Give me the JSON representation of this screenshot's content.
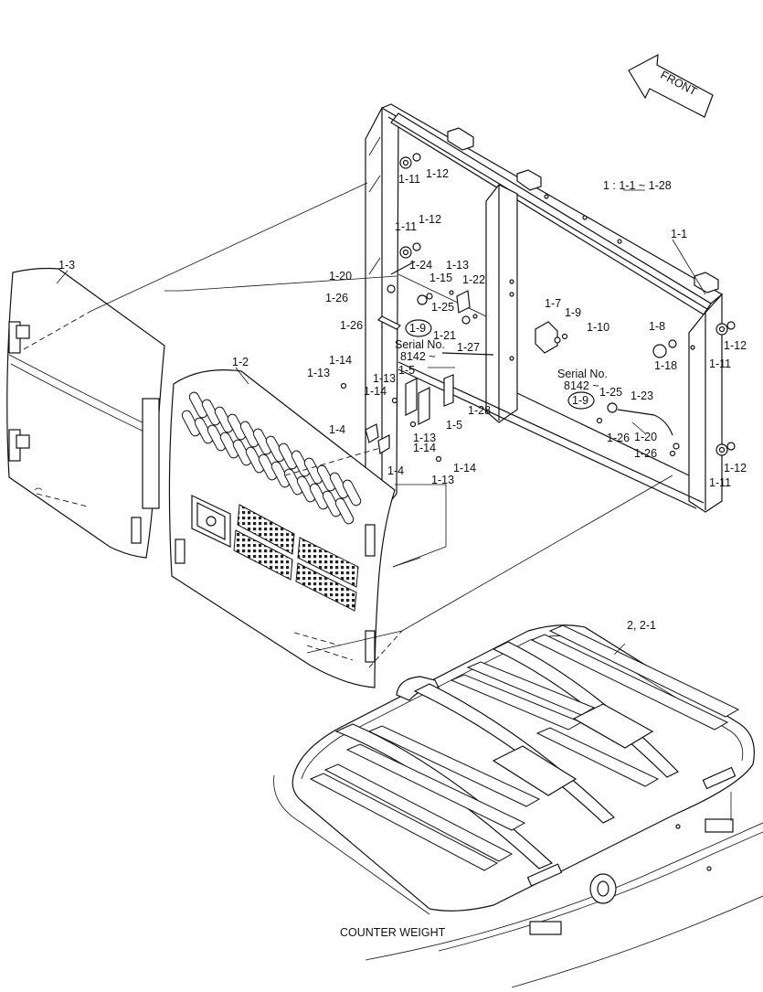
{
  "front_label": "FRONT",
  "range_note": "1 : 1-1 ~ 1-28",
  "counter_weight": "COUNTER WEIGHT",
  "serial_a": {
    "title": "Serial No.",
    "number": "8142 ~",
    "circled": "1-9"
  },
  "serial_b": {
    "title": "Serial No.",
    "number": "8142 ~",
    "circled": "1-9"
  },
  "labels": [
    "1-1",
    "1-2",
    "1-3",
    "1-4",
    "1-4",
    "1-5",
    "1-5",
    "1-7",
    "1-8",
    "1-9",
    "1-10",
    "1-11",
    "1-11",
    "1-11",
    "1-11",
    "1-12",
    "1-12",
    "1-12",
    "1-12",
    "1-13",
    "1-13",
    "1-13",
    "1-13",
    "1-13",
    "1-14",
    "1-14",
    "1-14",
    "1-14",
    "1-15",
    "1-18",
    "1-20",
    "1-20",
    "1-21",
    "1-22",
    "1-23",
    "1-24",
    "1-25",
    "1-25",
    "1-26",
    "1-26",
    "1-26",
    "1-26",
    "1-27",
    "1-28",
    "2, 2-1"
  ]
}
